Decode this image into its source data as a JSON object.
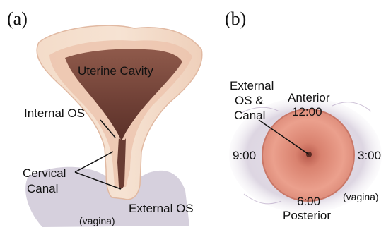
{
  "panels": {
    "a": {
      "panel_label": "(a)",
      "labels": {
        "uterine_cavity": "Uterine Cavity",
        "internal_os": "Internal OS",
        "cervical_canal_line1": "Cervical",
        "cervical_canal_line2": "Canal",
        "external_os": "External OS",
        "vagina": "(vagina)"
      }
    },
    "b": {
      "panel_label": "(b)",
      "labels": {
        "external_os_canal_line1": "External",
        "external_os_canal_line2": "OS &",
        "external_os_canal_line3": "Canal",
        "anterior": "Anterior",
        "twelve": "12:00",
        "nine": "9:00",
        "three": "3:00",
        "six": "6:00",
        "posterior": "Posterior",
        "vagina": "(vagina)"
      }
    }
  },
  "colors": {
    "tissue_light": "#f3d6c4",
    "tissue_pink": "#e8a995",
    "cavity_dark": "#7a4a3e",
    "vagina_gray": "#c9c4d4",
    "cervix_face": "#e79a86",
    "line": "#111111"
  }
}
